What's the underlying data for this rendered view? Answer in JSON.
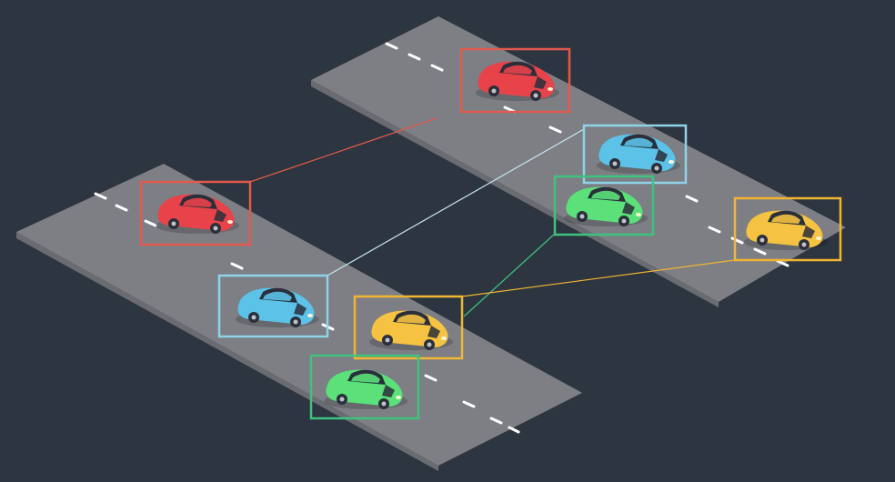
{
  "colors": {
    "background": "#2d3540",
    "road": "#7d7f85",
    "road_edge": "#6a6c72",
    "lane_mark": "#ffffff",
    "red": "#e05a4e",
    "red_car": "#e8434b",
    "blue": "#8fd3e8",
    "blue_car": "#5cc2e8",
    "green": "#3ec27f",
    "green_car": "#5be07a",
    "yellow": "#f2b632",
    "yellow_car": "#f5c242"
  },
  "roads": [
    {
      "id": "road-left",
      "label": ""
    },
    {
      "id": "road-right",
      "label": ""
    }
  ],
  "cars": [
    {
      "id": "left-red",
      "color": "red"
    },
    {
      "id": "left-blue",
      "color": "blue"
    },
    {
      "id": "left-yellow",
      "color": "yellow"
    },
    {
      "id": "left-green",
      "color": "green"
    },
    {
      "id": "right-red",
      "color": "red"
    },
    {
      "id": "right-blue",
      "color": "blue"
    },
    {
      "id": "right-green",
      "color": "green"
    },
    {
      "id": "right-yellow",
      "color": "yellow"
    }
  ],
  "matches": [
    {
      "from": "left-red",
      "to": "right-red",
      "color": "red"
    },
    {
      "from": "left-blue",
      "to": "right-blue",
      "color": "blue"
    },
    {
      "from": "left-yellow",
      "to": "right-yellow",
      "color": "yellow"
    },
    {
      "from": "left-green",
      "to": "right-green",
      "color": "green"
    }
  ]
}
